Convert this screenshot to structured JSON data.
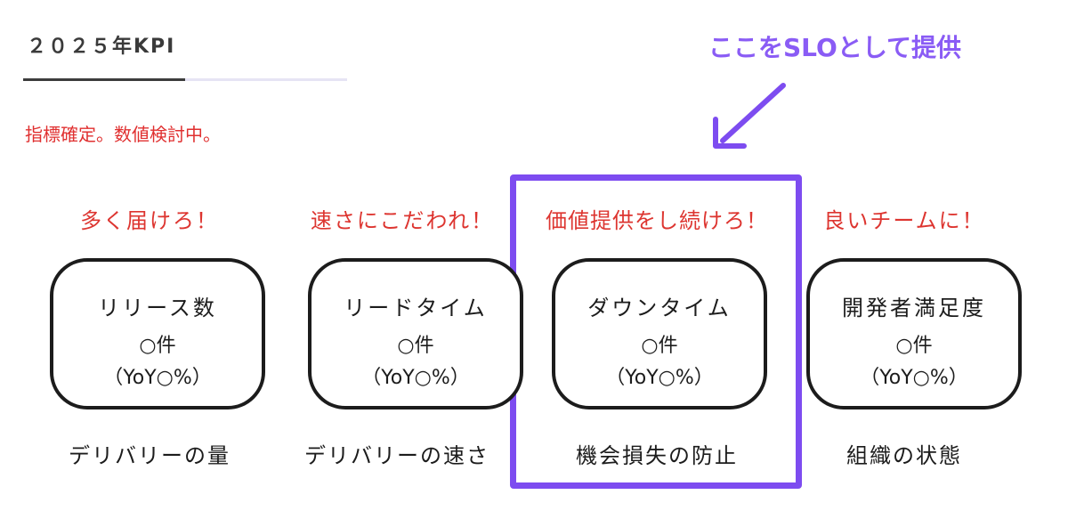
{
  "header": {
    "title": "２０２５年KPI",
    "status_note": "指標確定。数値検討中。"
  },
  "callout": {
    "text": "ここをSLOとして提供"
  },
  "columns": [
    {
      "goal": "多く届けろ！",
      "metric": "リリース数",
      "count": "○件",
      "yoy": "（YoY○%）",
      "caption": "デリバリーの量"
    },
    {
      "goal": "速さにこだわれ！",
      "metric": "リードタイム",
      "count": "○件",
      "yoy": "（YoY○%）",
      "caption": "デリバリーの速さ"
    },
    {
      "goal": "価値提供をし続けろ！",
      "metric": "ダウンタイム",
      "count": "○件",
      "yoy": "（YoY○%）",
      "caption": "機会損失の防止"
    },
    {
      "goal": "良いチームに！",
      "metric": "開発者満足度",
      "count": "○件",
      "yoy": "（YoY○%）",
      "caption": "組織の状態"
    }
  ],
  "colors": {
    "goal_text": "#dd3530",
    "status_note": "#e03030",
    "highlight": "#7d4cf0",
    "callout": "#8a5cf5",
    "ink": "#1c1c1c"
  }
}
